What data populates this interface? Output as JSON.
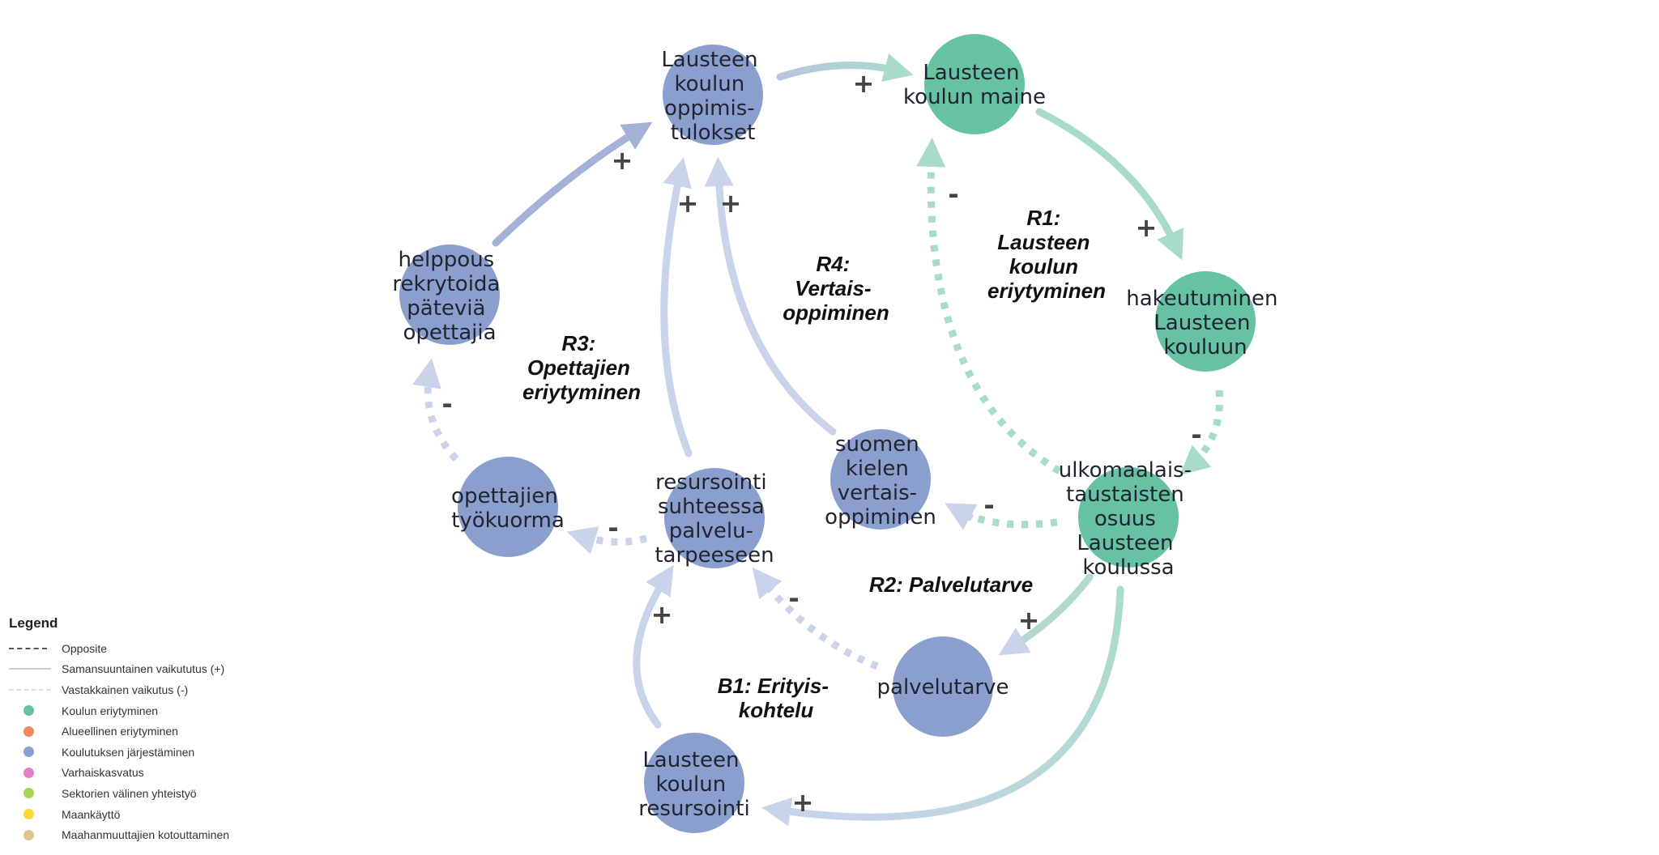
{
  "colors": {
    "green_node": "#66c2a0",
    "blue_node": "#8b9fcf",
    "green_edge": "#a8dcc8",
    "blue_edge": "#a4b2d8",
    "light_blue_edge": "#c9d3ea",
    "green_dotted_edge": "#a8dcc8",
    "blue_dotted_edge": "#c9d3ea",
    "sign": "#444444"
  },
  "nodes": {
    "oppimistulokset": [
      "Lausteen",
      "koulun",
      "oppimis-",
      "tulokset"
    ],
    "maine": [
      "Lausteen",
      "koulun maine"
    ],
    "hakeutuminen": [
      "hakeutuminen",
      "Lausteen",
      "kouluun"
    ],
    "ulkomaalais": [
      "ulkomaalais-",
      "taustaisten",
      "osuus",
      "Lausteen",
      "koulussa"
    ],
    "helppous": [
      "helppous",
      "rekrytoida",
      "päteviä",
      "opettajia"
    ],
    "tyokuorma": [
      "opettajien",
      "työkuorma"
    ],
    "resursointi_suhteessa": [
      "resursointi",
      "suhteessa",
      "palvelu-",
      "tarpeeseen"
    ],
    "suomen": [
      "suomen",
      "kielen",
      "vertais-",
      "oppiminen"
    ],
    "palvelutarve": [
      "palvelutarve"
    ],
    "resursointi": [
      "Lausteen",
      "koulun",
      "resursointi"
    ]
  },
  "loops": {
    "r1": [
      "R1:",
      "Lausteen",
      "koulun",
      "eriytyminen"
    ],
    "r4": [
      "R4:",
      "Vertais-",
      "oppiminen"
    ],
    "r3": [
      "R3:",
      "Opettajien",
      "eriytyminen"
    ],
    "r2": [
      "R2: Palvelutarve"
    ],
    "b1": [
      "B1: Erityis-",
      "kohtelu"
    ]
  },
  "signs": {
    "oppimistulokset_to_maine": "+",
    "maine_to_hakeutuminen": "+",
    "hakeutuminen_to_ulkomaalais": "-",
    "ulkomaalais_to_maine": "-",
    "helppous_to_oppimistulokset": "+",
    "resursointi_suhteessa_to_oppimistulokset": "+",
    "suomen_to_oppimistulokset": "+",
    "tyokuorma_to_helppous": "-",
    "resursointi_suhteessa_to_tyokuorma": "-",
    "ulkomaalais_to_suomen": "-",
    "ulkomaalais_to_palvelutarve": "+",
    "palvelutarve_to_resursointi_suhteessa": "-",
    "resursointi_to_resursointi_suhteessa": "+",
    "ulkomaalais_to_resursointi": "+"
  },
  "legend": {
    "title": "Legend",
    "items": [
      {
        "label": "Opposite",
        "kind": "dash"
      },
      {
        "label": "Samansuuntainen vaikututus (+)",
        "kind": "solid"
      },
      {
        "label": "Vastakkainen vaikutus (-)",
        "kind": "ldash"
      },
      {
        "label": "Koulun eriytyminen",
        "kind": "dot",
        "color": "#66c2a0"
      },
      {
        "label": "Alueellinen eriytyminen",
        "kind": "dot",
        "color": "#f08a5d"
      },
      {
        "label": "Koulutuksen järjestäminen",
        "kind": "dot",
        "color": "#8b9fcf"
      },
      {
        "label": "Varhaiskasvatus",
        "kind": "dot",
        "color": "#e37fc8"
      },
      {
        "label": "Sektorien välinen yhteistyö",
        "kind": "dot",
        "color": "#a6d854"
      },
      {
        "label": "Maankäyttö",
        "kind": "dot",
        "color": "#fdd835"
      },
      {
        "label": "Maahanmuuttajien kotouttaminen",
        "kind": "dot",
        "color": "#e0c290"
      }
    ]
  }
}
